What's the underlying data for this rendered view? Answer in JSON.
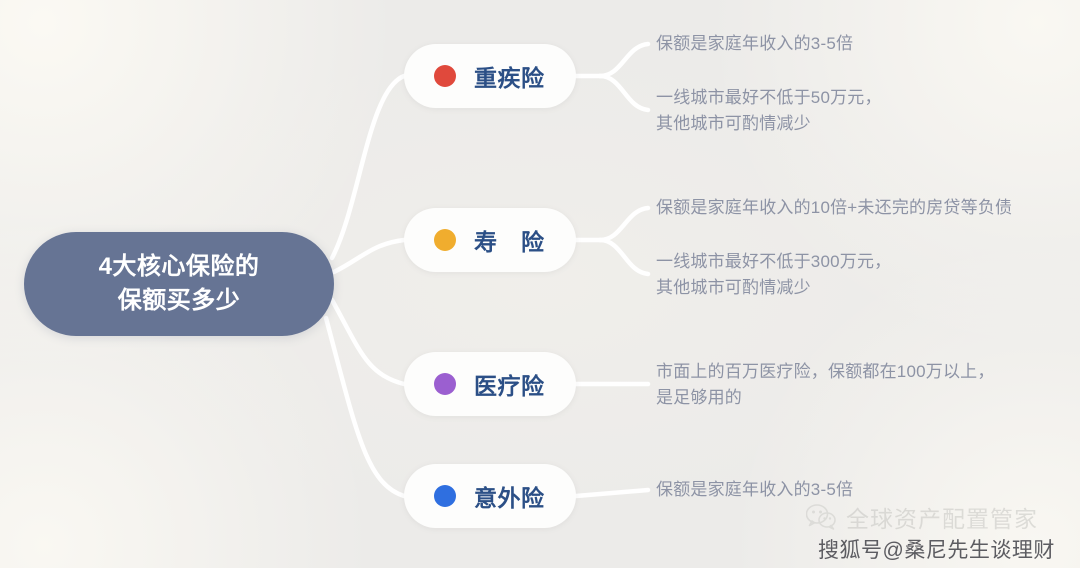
{
  "diagram": {
    "type": "mindmap",
    "background_color": "#ecebe9",
    "central": {
      "label": "4大核心保险的\n保额买多少",
      "color": "#667494",
      "text_color": "#ffffff"
    },
    "branches": [
      {
        "label": "重疾险",
        "dot_color": "#e0493c",
        "dot_name": "critical-illness-dot",
        "details": [
          "保额是家庭年收入的3-5倍",
          "一线城市最好不低于50万元，\n其他城市可酌情减少"
        ]
      },
      {
        "label": "寿　险",
        "dot_color": "#f0ad2e",
        "dot_name": "life-insurance-dot",
        "details": [
          "保额是家庭年收入的10倍+未还完的房贷等负债",
          "一线城市最好不低于300万元，\n其他城市可酌情减少"
        ]
      },
      {
        "label": "医疗险",
        "dot_color": "#9b5fd0",
        "dot_name": "medical-insurance-dot",
        "details": [
          "市面上的百万医疗险，保额都在100万以上，\n是足够用的"
        ]
      },
      {
        "label": "意外险",
        "dot_color": "#2f6fe0",
        "dot_name": "accident-insurance-dot",
        "details": [
          "保额是家庭年收入的3-5倍"
        ]
      }
    ],
    "link_color": "#ffffff",
    "branch_text_color": "#2b4f86",
    "detail_text_color": "#8d93a5"
  },
  "watermarks": {
    "wechat_icon": "wechat-icon",
    "wechat_account": "全球资产配置管家",
    "sohu_account": "搜狐号@桑尼先生谈理财"
  }
}
